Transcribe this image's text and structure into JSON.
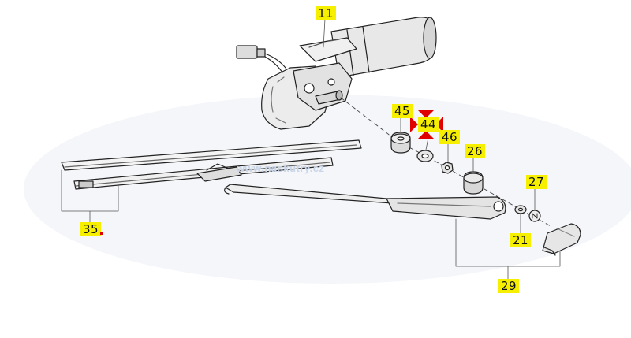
{
  "watermark": "www.naskutry.cz",
  "callouts": {
    "p11": "11",
    "p45": "45",
    "p44": "44",
    "p46": "46",
    "p26": "26",
    "p27": "27",
    "p21": "21",
    "p35": "35",
    "p29": "29"
  },
  "colors": {
    "callout_fill": "#f6f000",
    "selection_marker": "#e00000",
    "line_art": "#222222"
  },
  "selected_part": "44"
}
